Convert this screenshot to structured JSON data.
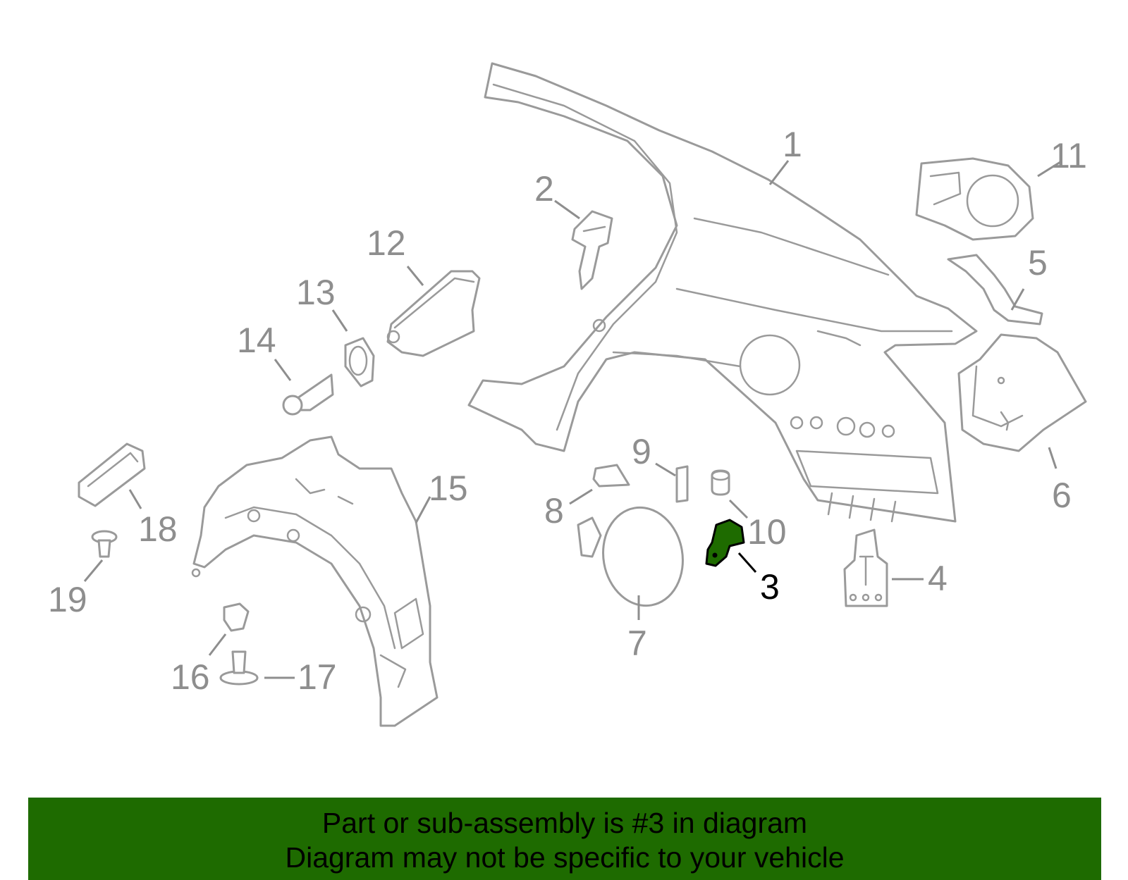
{
  "diagram": {
    "highlight_color": "#1e6b00",
    "callouts": [
      {
        "id": "1",
        "label": "1"
      },
      {
        "id": "2",
        "label": "2"
      },
      {
        "id": "3",
        "label": "3",
        "highlighted": true
      },
      {
        "id": "4",
        "label": "4"
      },
      {
        "id": "5",
        "label": "5"
      },
      {
        "id": "6",
        "label": "6"
      },
      {
        "id": "7",
        "label": "7"
      },
      {
        "id": "8",
        "label": "8"
      },
      {
        "id": "9",
        "label": "9"
      },
      {
        "id": "10",
        "label": "10"
      },
      {
        "id": "11",
        "label": "11"
      },
      {
        "id": "12",
        "label": "12"
      },
      {
        "id": "13",
        "label": "13"
      },
      {
        "id": "14",
        "label": "14"
      },
      {
        "id": "15",
        "label": "15"
      },
      {
        "id": "16",
        "label": "16"
      },
      {
        "id": "17",
        "label": "17"
      },
      {
        "id": "18",
        "label": "18"
      },
      {
        "id": "19",
        "label": "19"
      }
    ]
  },
  "banner": {
    "line1": "Part or sub-assembly is #3 in diagram",
    "line2": "Diagram may not be specific to your vehicle",
    "background": "#1e6b00"
  }
}
